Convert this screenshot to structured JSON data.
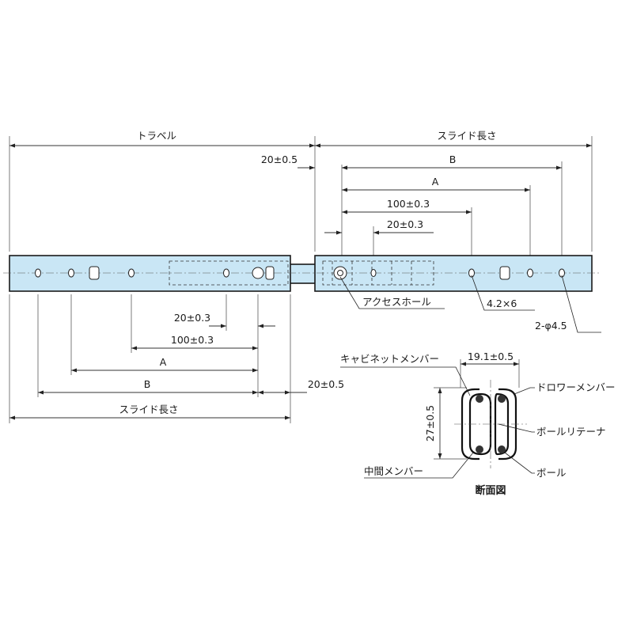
{
  "colors": {
    "rail_fill": "#c9e6f5",
    "line": "#1a1a1a"
  },
  "top": {
    "travel": "トラベル",
    "slide_length": "スライド長さ",
    "tol_20_05": "20±0.5",
    "B": "B",
    "A": "A",
    "d100": "100±0.3",
    "d20": "20±0.3"
  },
  "bottom": {
    "d20": "20±0.3",
    "d100": "100±0.3",
    "A": "A",
    "B": "B",
    "tol_20_05": "20±0.5",
    "slide_length": "スライド長さ"
  },
  "callouts": {
    "access_hole": "アクセスホール",
    "hole_42x6": "4.2×6",
    "hole_phi45": "2-φ4.5"
  },
  "section": {
    "cabinet_member": "キャビネットメンバー",
    "width_dim": "19.1±0.5",
    "drawer_member": "ドロワーメンバー",
    "height_dim": "27±0.5",
    "ball_retainer": "ボールリテーナ",
    "intermediate_member": "中間メンバー",
    "ball": "ボール",
    "title": "断面図"
  }
}
